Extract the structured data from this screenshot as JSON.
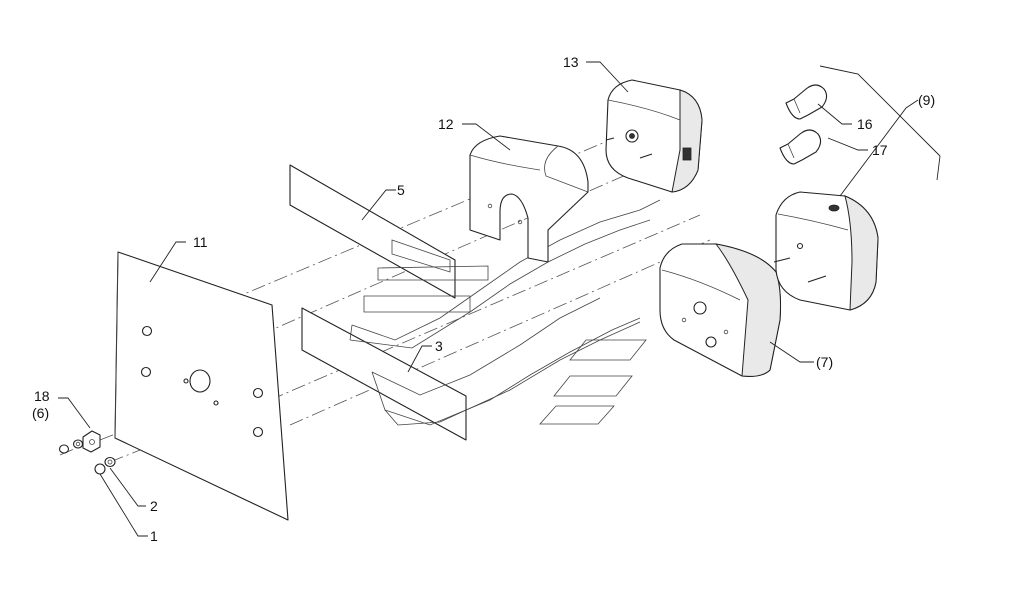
{
  "callouts": {
    "c1": "1",
    "c2": "2",
    "c3": "3",
    "c5": "5",
    "c7": "(7)",
    "c9": "(9)",
    "c11": "11",
    "c12": "12",
    "c13": "13",
    "c16": "16",
    "c17": "17",
    "c18": "18",
    "c6": "(6)"
  }
}
